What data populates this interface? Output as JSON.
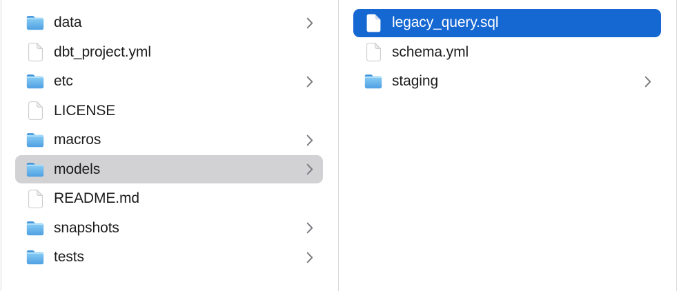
{
  "app": "finder-column-view",
  "colors": {
    "background": "#ffffff",
    "text": "#1c1c1e",
    "divider": "#d9d9d9",
    "chevron": "#7e7e82",
    "selection_active_bg": "#1567d2",
    "selection_active_text": "#ffffff",
    "selection_inactive_bg": "#d2d2d4",
    "folder_blue_top": "#9ed7f8",
    "folder_blue_mid": "#6db8ec",
    "folder_blue_bottom": "#4f9fe2",
    "folder_tab_blue": "#3e92da"
  },
  "columns": [
    {
      "name": "parent-folder",
      "items": [
        {
          "label": "data",
          "type": "folder",
          "has_chevron": true,
          "selected": false,
          "selection": "none"
        },
        {
          "label": "dbt_project.yml",
          "type": "file",
          "has_chevron": false,
          "selected": false,
          "selection": "none"
        },
        {
          "label": "etc",
          "type": "folder",
          "has_chevron": true,
          "selected": false,
          "selection": "none"
        },
        {
          "label": "LICENSE",
          "type": "file",
          "has_chevron": false,
          "selected": false,
          "selection": "none"
        },
        {
          "label": "macros",
          "type": "folder",
          "has_chevron": true,
          "selected": false,
          "selection": "none"
        },
        {
          "label": "models",
          "type": "folder",
          "has_chevron": true,
          "selected": true,
          "selection": "inactive"
        },
        {
          "label": "README.md",
          "type": "file",
          "has_chevron": false,
          "selected": false,
          "selection": "none"
        },
        {
          "label": "snapshots",
          "type": "folder",
          "has_chevron": true,
          "selected": false,
          "selection": "none"
        },
        {
          "label": "tests",
          "type": "folder",
          "has_chevron": true,
          "selected": false,
          "selection": "none"
        }
      ]
    },
    {
      "name": "selected-folder-contents",
      "items": [
        {
          "label": "legacy_query.sql",
          "type": "file",
          "has_chevron": false,
          "selected": true,
          "selection": "active"
        },
        {
          "label": "schema.yml",
          "type": "file",
          "has_chevron": false,
          "selected": false,
          "selection": "none"
        },
        {
          "label": "staging",
          "type": "folder",
          "has_chevron": true,
          "selected": false,
          "selection": "none"
        }
      ]
    }
  ]
}
